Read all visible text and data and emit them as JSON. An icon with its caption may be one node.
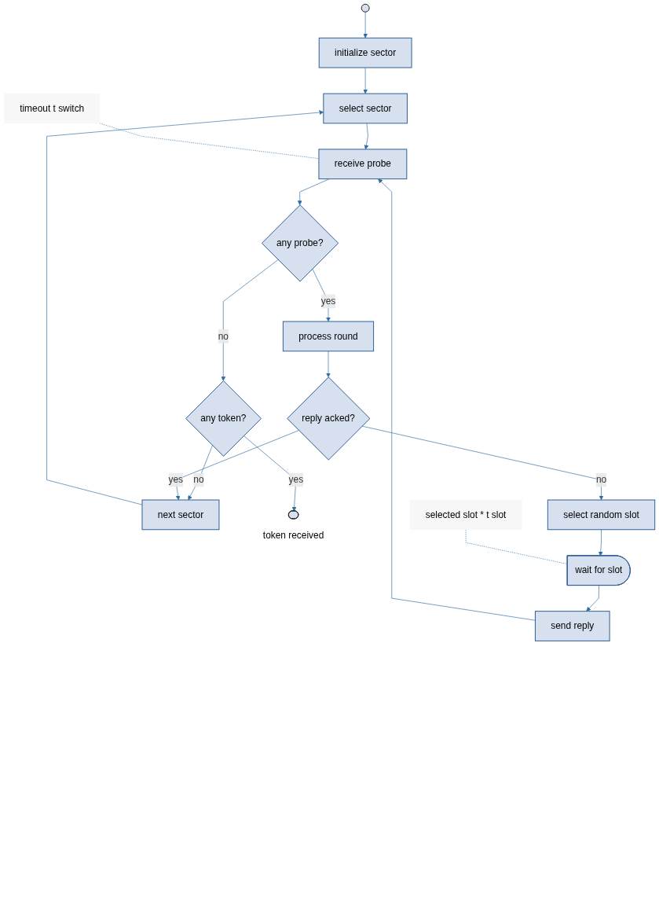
{
  "diagram": {
    "nodes": [
      {
        "text": [],
        "shape": "circle"
      },
      {
        "text": [
          "initialize sector"
        ]
      },
      {
        "text": [
          "select sector"
        ]
      },
      {
        "text": [
          "next sector"
        ]
      },
      {
        "text": [
          "timeout t switch"
        ]
      },
      {
        "text": [
          "receive probe"
        ]
      },
      {
        "text": [
          "any probe?"
        ]
      },
      {
        "text": [
          "any token?"
        ]
      },
      {
        "text": [
          "process round"
        ]
      },
      {
        "text": [],
        "shape": "stadium",
        "beside": [
          "token received"
        ]
      },
      {
        "text": [
          "reply acked?"
        ]
      },
      {
        "text": [
          "select random slot"
        ]
      },
      {
        "text": [
          "selected slot * t slot"
        ]
      },
      {
        "text": [
          "wait for slot"
        ]
      },
      {
        "text": [
          "send reply"
        ]
      }
    ],
    "edges": [
      {
        "from": 0,
        "to": 1,
        "arrow": "to"
      },
      {
        "from": 1,
        "to": 2,
        "arrow": "to"
      },
      {
        "from": 3,
        "to": 2,
        "arrow": "to"
      },
      {
        "from": 2,
        "to": 5,
        "arrow": "to"
      },
      {
        "from": 4,
        "to": 5,
        "arrow": "none",
        "style": "dashed"
      },
      {
        "from": 5,
        "to": 6,
        "arrow": "to"
      },
      {
        "from": 6,
        "to": 7,
        "label": "no",
        "arrow": "to"
      },
      {
        "from": 6,
        "to": 8,
        "label": "yes",
        "arrow": "to"
      },
      {
        "from": 7,
        "to": 3,
        "label": "no",
        "arrow": "to"
      },
      {
        "from": 7,
        "to": 9,
        "label": "yes",
        "arrow": "to"
      },
      {
        "from": 8,
        "to": 10,
        "arrow": "to"
      },
      {
        "from": 10,
        "to": 3,
        "label": "yes",
        "arrow": "to"
      },
      {
        "from": 10,
        "to": 11,
        "label": "no",
        "arrow": "to"
      },
      {
        "from": 11,
        "to": 13,
        "arrow": "to"
      },
      {
        "from": 12,
        "to": 13,
        "arrow": "none",
        "style": "dashed"
      },
      {
        "from": 13,
        "to": 14,
        "arrow": "to"
      },
      {
        "from": 14,
        "to": 5,
        "arrow": "to"
      }
    ]
  }
}
